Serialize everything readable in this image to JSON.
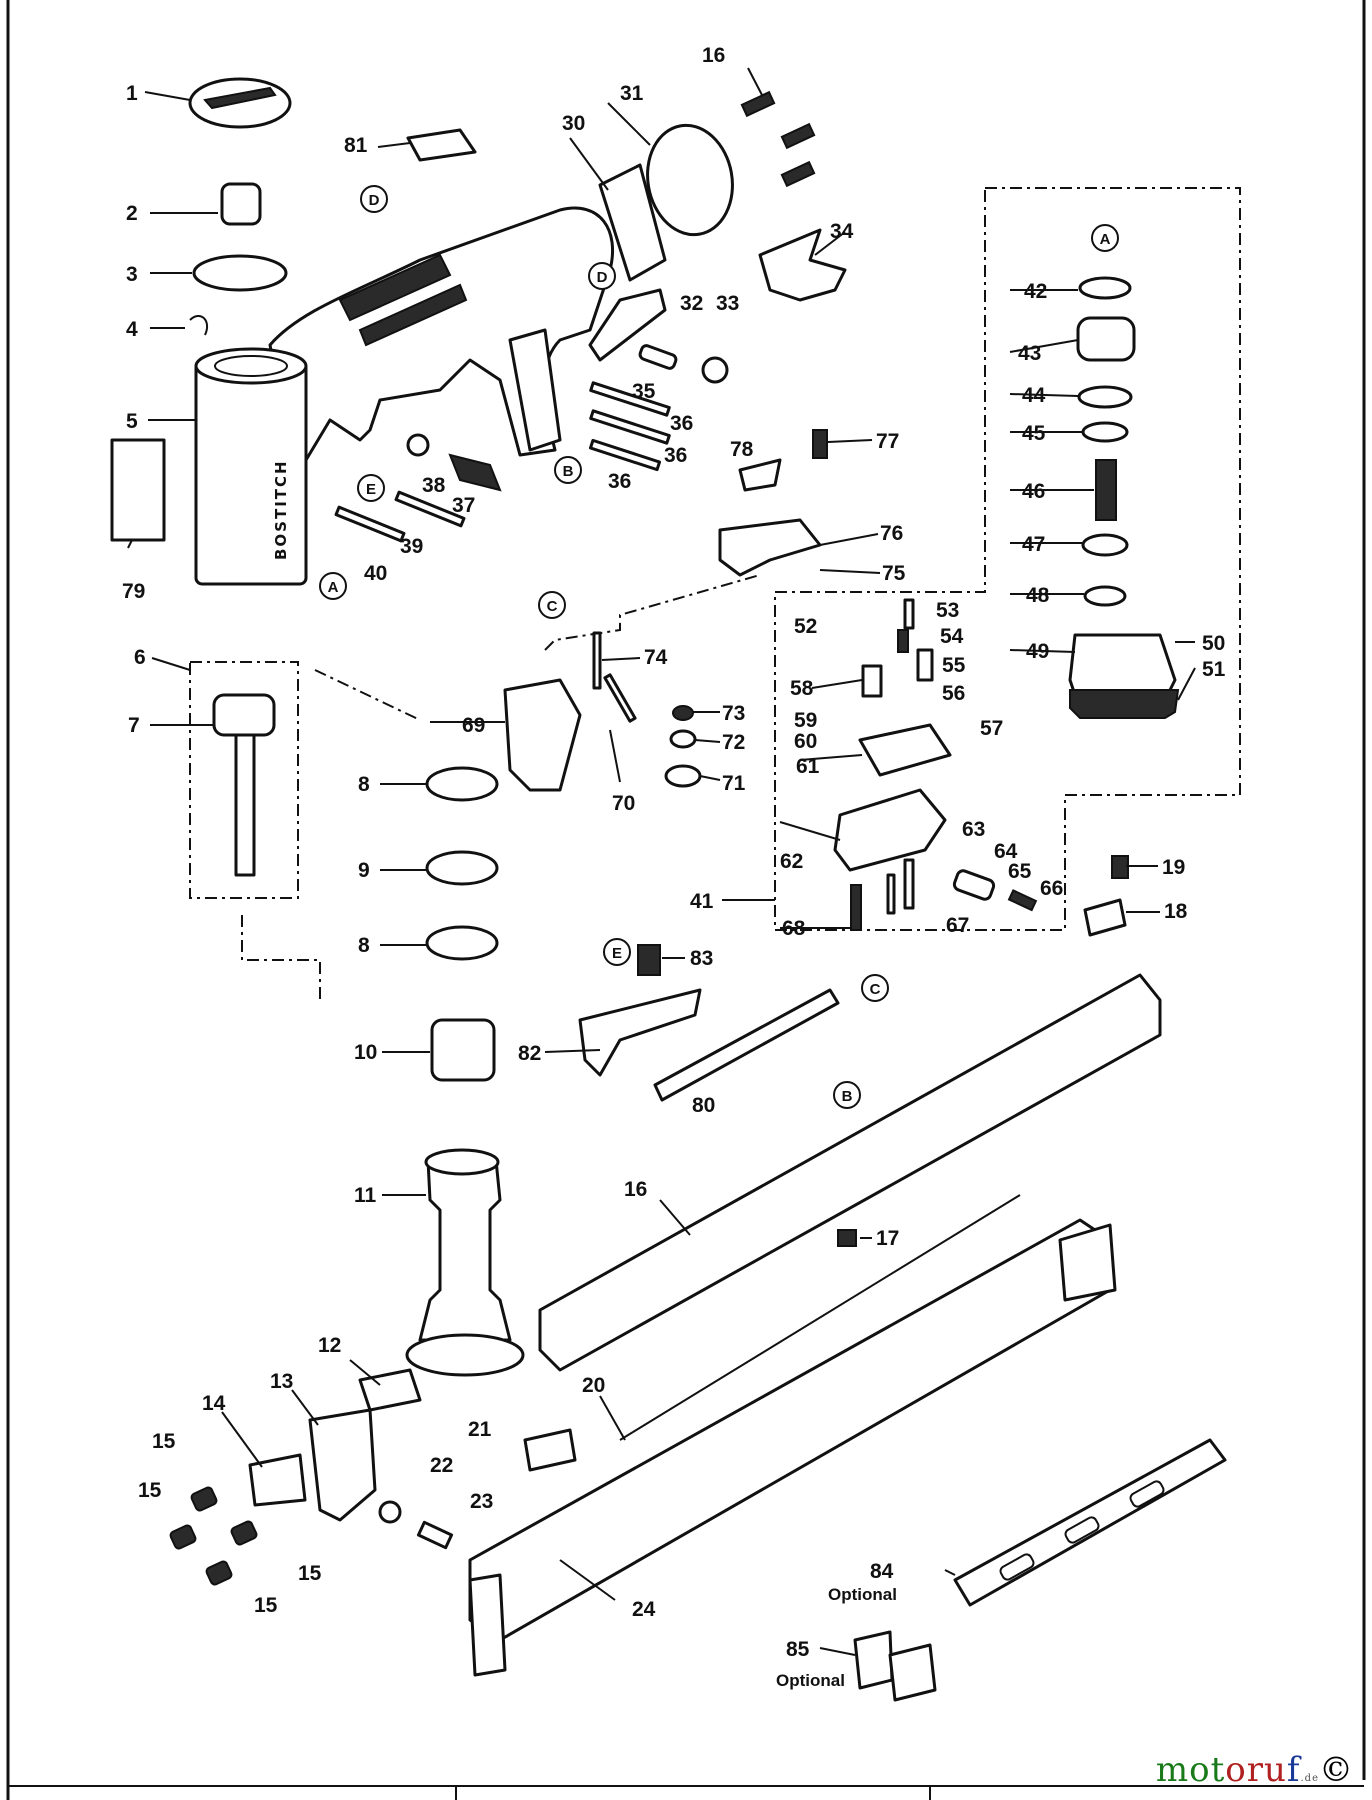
{
  "brand_text": "BOSTITCH",
  "optional_labels": [
    "Optional",
    "Optional"
  ],
  "reference_letters": [
    "A",
    "B",
    "C",
    "D",
    "E"
  ],
  "watermark": {
    "part1": "mot",
    "part2": "oru",
    "part3": "f",
    "tld": ".de",
    "mark": "©"
  },
  "part_numbers": {
    "p1": "1",
    "p2": "2",
    "p3": "3",
    "p4": "4",
    "p5": "5",
    "p6": "6",
    "p7": "7",
    "p8a": "8",
    "p8b": "8",
    "p9": "9",
    "p10": "10",
    "p11": "11",
    "p12": "12",
    "p13": "13",
    "p14": "14",
    "p15a": "15",
    "p15b": "15",
    "p15c": "15",
    "p15d": "15",
    "p16a": "16",
    "p16b": "16",
    "p17": "17",
    "p18": "18",
    "p19": "19",
    "p20": "20",
    "p21": "21",
    "p22": "22",
    "p23": "23",
    "p24": "24",
    "p30": "30",
    "p31": "31",
    "p32": "32",
    "p33": "33",
    "p34": "34",
    "p35": "35",
    "p36a": "36",
    "p36b": "36",
    "p36c": "36",
    "p37": "37",
    "p38": "38",
    "p39": "39",
    "p40": "40",
    "p41": "41",
    "p42": "42",
    "p43": "43",
    "p44": "44",
    "p45": "45",
    "p46": "46",
    "p47": "47",
    "p48": "48",
    "p49": "49",
    "p50": "50",
    "p51": "51",
    "p52": "52",
    "p53": "53",
    "p54": "54",
    "p55": "55",
    "p56": "56",
    "p57": "57",
    "p58": "58",
    "p59": "59",
    "p60": "60",
    "p61": "61",
    "p62": "62",
    "p63": "63",
    "p64": "64",
    "p65": "65",
    "p66": "66",
    "p67": "67",
    "p68": "68",
    "p69": "69",
    "p70": "70",
    "p71": "71",
    "p72": "72",
    "p73": "73",
    "p74": "74",
    "p75": "75",
    "p76": "76",
    "p77": "77",
    "p78": "78",
    "p79": "79",
    "p80": "80",
    "p81": "81",
    "p82": "82",
    "p83": "83",
    "p84": "84",
    "p85": "85"
  }
}
